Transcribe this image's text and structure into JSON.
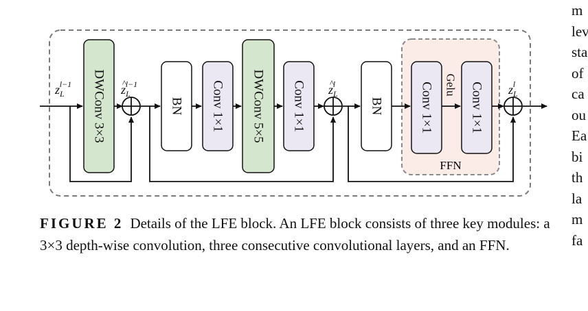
{
  "diagram": {
    "nodes": {
      "dwconv3": "DWConv 3×3",
      "bn1": "BN",
      "conv1a": "Conv 1×1",
      "dwconv5": "DWConv 5×5",
      "conv1b": "Conv 1×1",
      "bn2": "BN",
      "ffn_conv1": "Conv 1×1",
      "ffn_conv2": "Conv 1×1"
    },
    "ffn_label": "FFN",
    "gelu_label": "Gelu",
    "vars": {
      "z_in": {
        "base": "z",
        "sub": "L",
        "sup": "l−1",
        "hat": false
      },
      "z_hat1": {
        "base": "z",
        "sub": "L",
        "sup": "l−1",
        "hat": true
      },
      "z_hat2": {
        "base": "z",
        "sub": "L",
        "sup": "l",
        "hat": true
      },
      "z_out": {
        "base": "z",
        "sub": "L",
        "sup": "l",
        "hat": false
      }
    },
    "colors": {
      "dwconv_fill": "#d5e6cf",
      "conv_fill": "#ebe8f3",
      "bn_fill": "#ffffff",
      "ffn_fill": "#fbece7",
      "dashed_border": "#7a7a7a"
    }
  },
  "caption": {
    "label": "FIGURE 2",
    "text": "Details of the LFE block. An LFE block consists of three key modules: a 3×3 depth-wise convolution, three consecutive convolutional layers, and an FFN."
  },
  "side_text": [
    "m",
    "lev",
    "sta",
    "of",
    "ca",
    "ou",
    "Ea",
    "bi",
    "th",
    "la",
    "m",
    "fa"
  ]
}
